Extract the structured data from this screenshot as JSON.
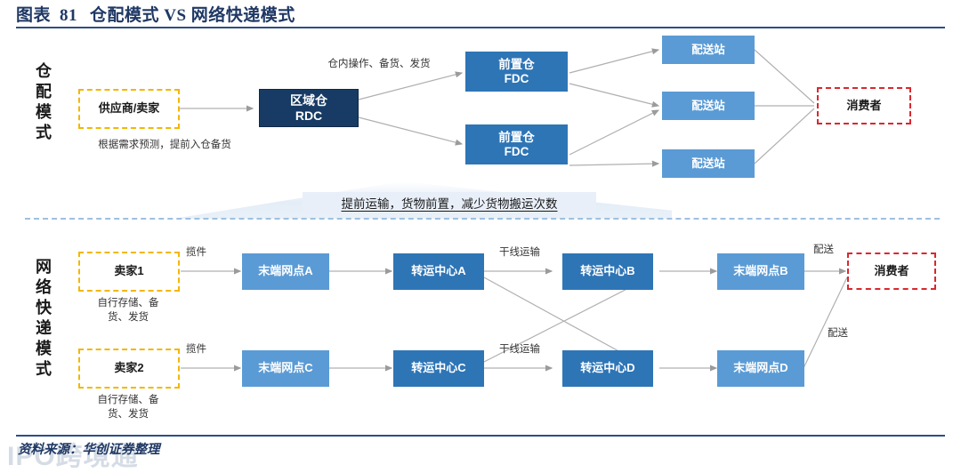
{
  "header": {
    "label": "图表",
    "number": "81",
    "title": "仓配模式 VS 网络快递模式"
  },
  "sections": {
    "warehouse": {
      "vertical_label": "仓配模式",
      "nodes": {
        "supplier": "供应商/卖家",
        "rdc_l1": "区域仓",
        "rdc_l2": "RDC",
        "fdc_top_l1": "前置仓",
        "fdc_top_l2": "FDC",
        "fdc_bottom_l1": "前置仓",
        "fdc_bottom_l2": "FDC",
        "station_1": "配送站",
        "station_2": "配送站",
        "station_3": "配送站",
        "consumer": "消费者"
      },
      "captions": {
        "supplier_to_rdc": "根据需求预测，提前入仓备货",
        "rdc_to_fdc": "仓内操作、备货、发货"
      },
      "banner": "提前运输，货物前置，减少货物搬运次数"
    },
    "express": {
      "vertical_label": "网络快递模式",
      "nodes": {
        "seller_1": "卖家1",
        "seller_2": "卖家2",
        "endpoint_a": "末端网点A",
        "endpoint_c": "末端网点C",
        "hub_a": "转运中心A",
        "hub_b": "转运中心B",
        "hub_c": "转运中心C",
        "hub_d": "转运中心D",
        "endpoint_b": "末端网点B",
        "endpoint_d": "末端网点D",
        "consumer": "消费者"
      },
      "captions": {
        "pickup_1": "揽件",
        "pickup_2": "揽件",
        "seller_1_note": "自行存储、备货、发货",
        "seller_2_note": "自行存储、备货、发货",
        "trunk_1": "干线运输",
        "trunk_2": "干线运输",
        "delivery_1": "配送",
        "delivery_2": "配送"
      }
    }
  },
  "footer": {
    "source": "资料来源：华创证券整理",
    "watermark": "IPO跨境通"
  },
  "colors": {
    "brand_navy": "#1f3864",
    "rule_blue": "#2e4e86",
    "rdc_fill": "#173b64",
    "mid_blue": "#2e75b6",
    "light_blue": "#5b9bd5",
    "dashed_yellow": "#f2b705",
    "dashed_red": "#d9282f",
    "arrow_gray": "#a6a6a6",
    "divider_blue": "#9dc0e0",
    "banner_band": "#e8eff8"
  }
}
